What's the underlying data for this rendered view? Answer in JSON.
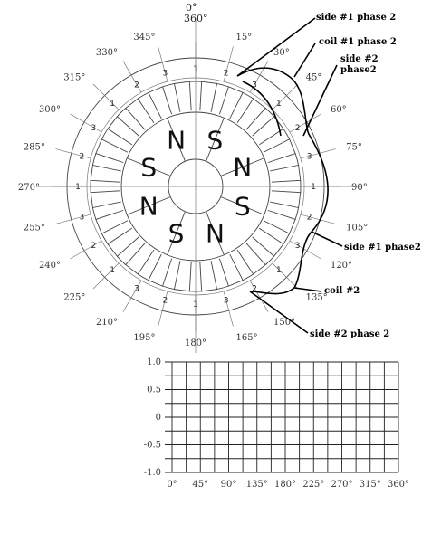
{
  "top_label_0": "0°",
  "top_label_360": "360°",
  "angle_labels": [
    {
      "text": "15°",
      "ang": 15
    },
    {
      "text": "30°",
      "ang": 30
    },
    {
      "text": "45°",
      "ang": 45
    },
    {
      "text": "60°",
      "ang": 60
    },
    {
      "text": "75°",
      "ang": 75
    },
    {
      "text": "90°",
      "ang": 90
    },
    {
      "text": "105°",
      "ang": 105
    },
    {
      "text": "120°",
      "ang": 120
    },
    {
      "text": "135°",
      "ang": 135
    },
    {
      "text": "150°",
      "ang": 150
    },
    {
      "text": "165°",
      "ang": 165
    },
    {
      "text": "180°",
      "ang": 180
    },
    {
      "text": "195°",
      "ang": 195
    },
    {
      "text": "210°",
      "ang": 210
    },
    {
      "text": "225°",
      "ang": 225
    },
    {
      "text": "240°",
      "ang": 240
    },
    {
      "text": "255°",
      "ang": 255
    },
    {
      "text": "270°",
      "ang": 270
    },
    {
      "text": "285°",
      "ang": 285
    },
    {
      "text": "300°",
      "ang": 300
    },
    {
      "text": "315°",
      "ang": 315
    },
    {
      "text": "330°",
      "ang": 330
    },
    {
      "text": "345°",
      "ang": 345
    }
  ],
  "slot_numbers": [
    "1",
    "2",
    "3",
    "1",
    "2",
    "3",
    "1",
    "2",
    "3",
    "1",
    "2",
    "3",
    "1",
    "2",
    "3",
    "1",
    "2",
    "3",
    "1",
    "2",
    "3",
    "1",
    "2",
    "3"
  ],
  "poles": [
    "S",
    "N",
    "S",
    "N",
    "S",
    "N",
    "S",
    "N"
  ],
  "annotations": {
    "side1_phase2": "side #1 phase 2",
    "coil1_phase2": "coil #1 phase 2",
    "side2_phase2_top_1": "side #2",
    "side2_phase2_top_2": "phase2",
    "side1_phase2_right": "side #1 phase2",
    "coil2": "coil #2",
    "side2_phase2_bottom": "side #2 phase 2"
  },
  "graph": {
    "y_ticks": [
      "1.0",
      "0.5",
      "0",
      "-0.5",
      "-1.0"
    ],
    "x_ticks": [
      "0°",
      "45°",
      "90°",
      "135°",
      "180°",
      "225°",
      "270°",
      "315°",
      "360°"
    ]
  }
}
